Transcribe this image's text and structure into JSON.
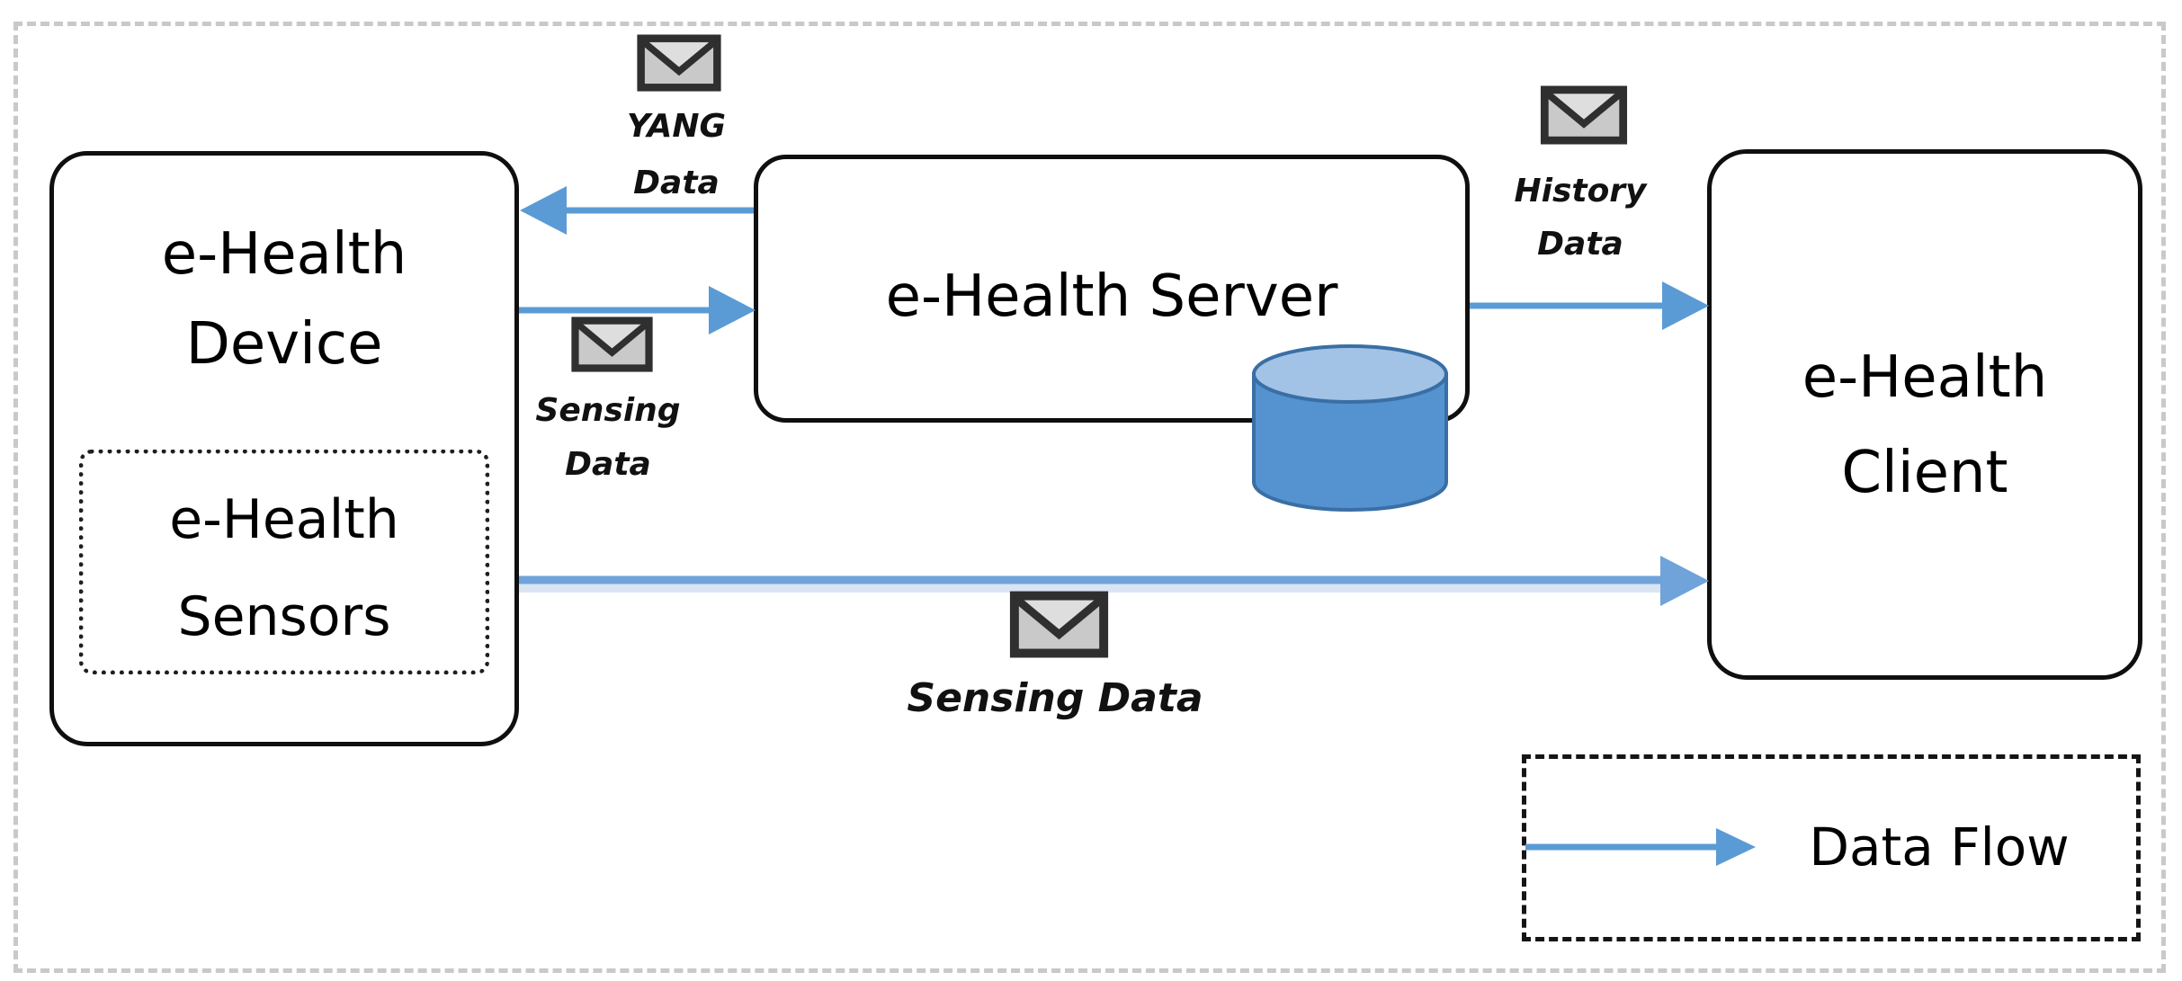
{
  "nodes": {
    "device": {
      "line1": "e-Health",
      "line2": "Device"
    },
    "sensors": {
      "line1": "e-Health",
      "line2": "Sensors"
    },
    "server": {
      "label": "e-Health Server"
    },
    "client": {
      "line1": "e-Health",
      "line2": "Client"
    }
  },
  "messages": {
    "yang": {
      "line1": "YANG",
      "line2": "Data"
    },
    "sensing_upper": {
      "line1": "Sensing",
      "line2": "Data"
    },
    "history": {
      "line1": "History",
      "line2": "Data"
    },
    "sensing_bottom": {
      "label": "Sensing Data"
    }
  },
  "flows": {
    "yang_data": {
      "from": "e-Health Server",
      "to": "e-Health Device"
    },
    "sensing_data_upper": {
      "from": "e-Health Device",
      "to": "e-Health Server"
    },
    "history_data": {
      "from": "e-Health Server",
      "to": "e-Health Client"
    },
    "sensing_data_bottom": {
      "from": "e-Health Device",
      "to": "e-Health Client"
    }
  },
  "legend": {
    "label": "Data Flow"
  },
  "icons": {
    "envelope": "message-envelope",
    "database": "database-cylinder"
  },
  "colors": {
    "arrow_blue": "#5b9bd5",
    "arrow_core_bottom": "#6fa3da",
    "arrow_halo": "#d9e5f3",
    "cylinder_body": "#5592d0",
    "cylinder_top": "#a2c3e6",
    "cylinder_stroke": "#3a6fa5",
    "envelope_fill": "#c9c9c9",
    "envelope_flap_light": "#dedede",
    "envelope_stroke": "#2f2f2f",
    "box_border": "#0f0f0f",
    "outer_border": "#c9c9c9",
    "text": "#000000"
  }
}
